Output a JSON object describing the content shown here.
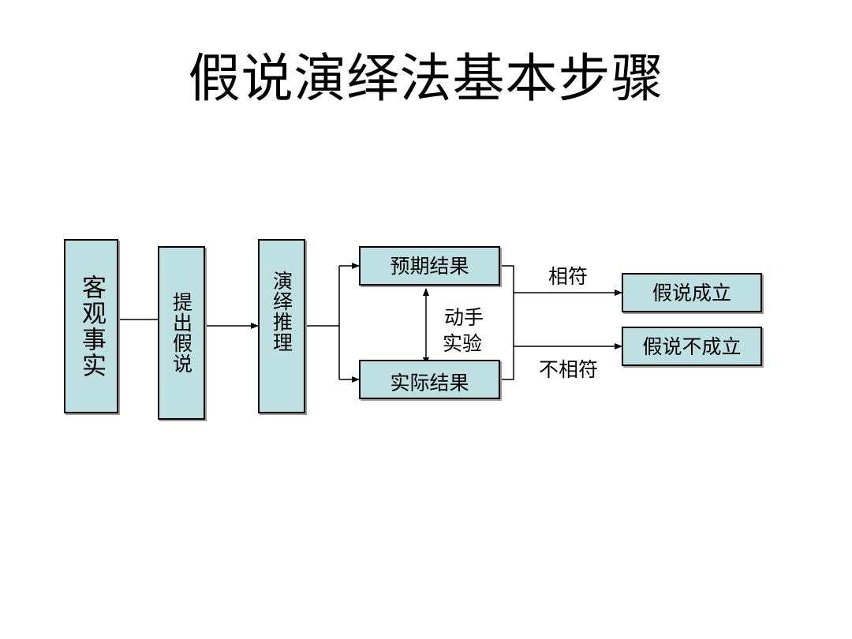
{
  "title": "假说演绎法基本步骤",
  "boxes": {
    "objective_facts": "客观事实",
    "propose_hypothesis": "提出假说",
    "deductive_reasoning": "演绎推理",
    "expected_result": "预期结果",
    "actual_result": "实际结果",
    "hypothesis_holds": "假说成立",
    "hypothesis_fails": "假说不成立"
  },
  "labels": {
    "experiment_line1": "动手",
    "experiment_line2": "实验",
    "match": "相符",
    "mismatch": "不相符"
  }
}
